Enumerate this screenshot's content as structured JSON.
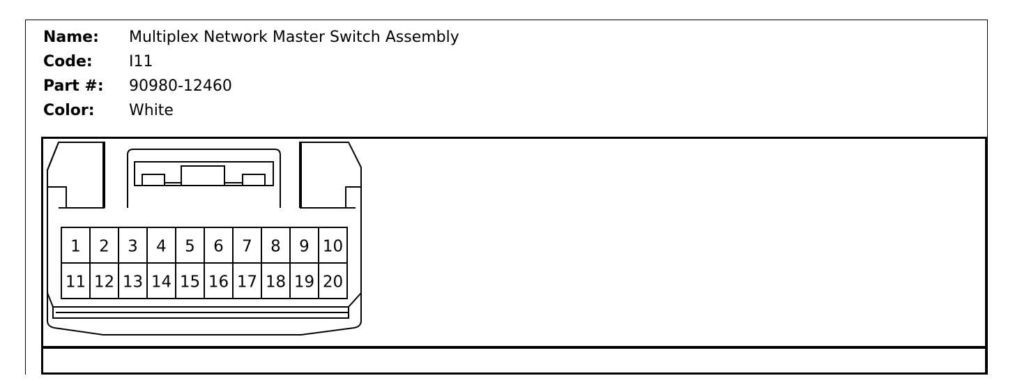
{
  "info": {
    "name_label": "Name:",
    "name_value": "Multiplex Network Master Switch Assembly",
    "code_label": "Code:",
    "code_value": "I11",
    "part_label": "Part #:",
    "part_value": "90980-12460",
    "color_label": "Color:",
    "color_value": "White"
  },
  "connector": {
    "pins_top": [
      "1",
      "2",
      "3",
      "4",
      "5",
      "6",
      "7",
      "8",
      "9",
      "10"
    ],
    "pins_bottom": [
      "11",
      "12",
      "13",
      "14",
      "15",
      "16",
      "17",
      "18",
      "19",
      "20"
    ]
  }
}
